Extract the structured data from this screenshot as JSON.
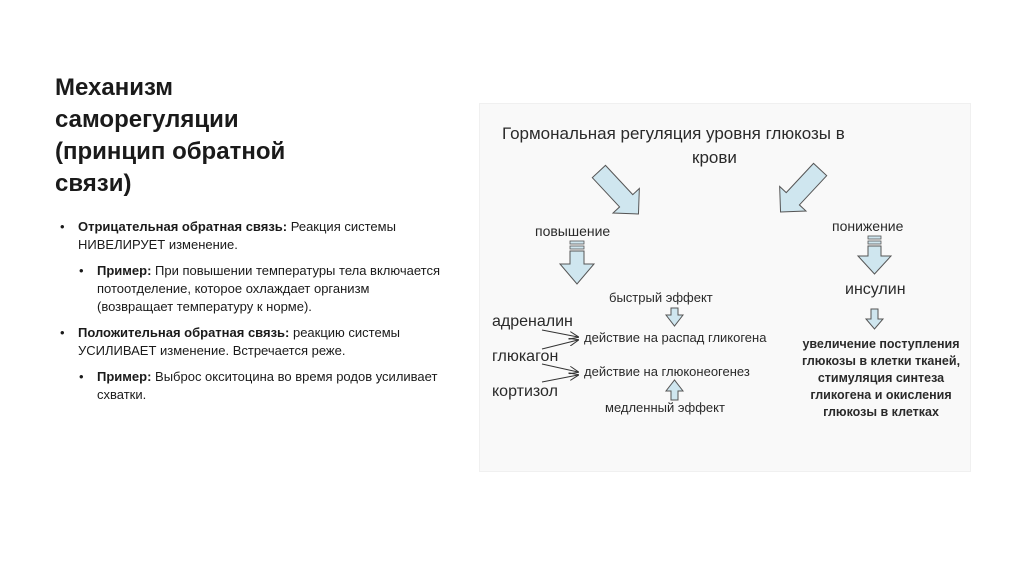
{
  "slide": {
    "title": "Механизм\nсаморегуляции\n(принцип обратной\nсвязи)",
    "bullets": [
      {
        "bold": "Отрицательная обратная связь:",
        "text": " Реакция системы НИВЕЛИРУЕТ изменение."
      },
      {
        "bold": "Пример:",
        "text": " При повышении температуры тела включается потоотделение, которое охлаждает организм (возвращает температуру к норме)."
      },
      {
        "bold": "Положительная обратная связь:",
        "text": " реакцию системы УСИЛИВАЕТ изменение. Встречается реже."
      },
      {
        "bold": "Пример:",
        "text": " Выброс окситоцина во время родов усиливает схватки."
      }
    ]
  },
  "diagram": {
    "title_line1": "Гормональная регуляция уровня глюкозы в",
    "title_line2": "крови",
    "increase": "повышение",
    "decrease": "понижение",
    "fast_effect": "быстрый эффект",
    "hormones": [
      "адреналин",
      "глюкагон",
      "кортизол"
    ],
    "action_glycogen": "действие на распад гликогена",
    "action_gluconeo": "действие на глюконеогенез",
    "slow_effect": "медленный эффект",
    "insulin": "инсулин",
    "insulin_effect": [
      "увеличение поступления",
      "глюкозы в клетки тканей,",
      "стимуляция синтеза",
      "гликогена и окисления",
      "глюкозы в клетках"
    ],
    "colors": {
      "arrow_fill": "#cfe6ef",
      "arrow_stroke": "#555555",
      "background": "#f9f9f9"
    }
  }
}
